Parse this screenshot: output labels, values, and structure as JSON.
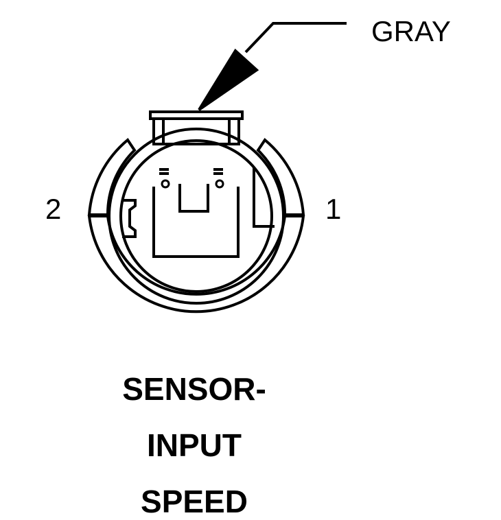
{
  "callout": {
    "color_label": "GRAY"
  },
  "pins": {
    "pin_2": "2",
    "pin_1": "1"
  },
  "caption": {
    "line1": "SENSOR-",
    "line2": "INPUT",
    "line3": "SPEED"
  }
}
